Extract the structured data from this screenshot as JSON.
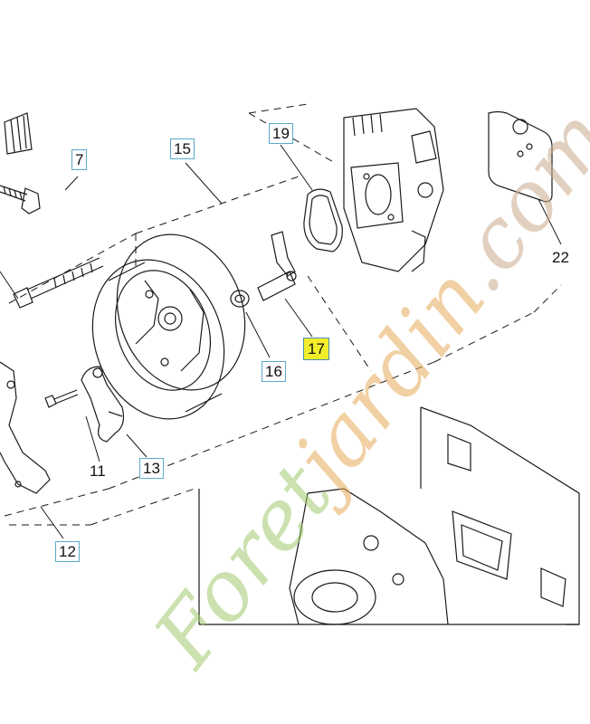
{
  "diagram": {
    "callouts": [
      {
        "id": "c7",
        "label": "7",
        "boxed": true,
        "highlight": false
      },
      {
        "id": "c15",
        "label": "15",
        "boxed": true,
        "highlight": false
      },
      {
        "id": "c19",
        "label": "19",
        "boxed": true,
        "highlight": false
      },
      {
        "id": "c22",
        "label": "22",
        "boxed": false,
        "highlight": false
      },
      {
        "id": "c17",
        "label": "17",
        "boxed": true,
        "highlight": true
      },
      {
        "id": "c16",
        "label": "16",
        "boxed": true,
        "highlight": false
      },
      {
        "id": "c11",
        "label": "11",
        "boxed": false,
        "highlight": false
      },
      {
        "id": "c13",
        "label": "13",
        "boxed": true,
        "highlight": false
      },
      {
        "id": "c12",
        "label": "12",
        "boxed": true,
        "highlight": false
      }
    ],
    "highlight_color": "#f2ee2a",
    "box_color": "#5aa9c9"
  },
  "watermark": {
    "text_a": "Foret",
    "text_b": "jardin",
    "text_c": ".com"
  }
}
